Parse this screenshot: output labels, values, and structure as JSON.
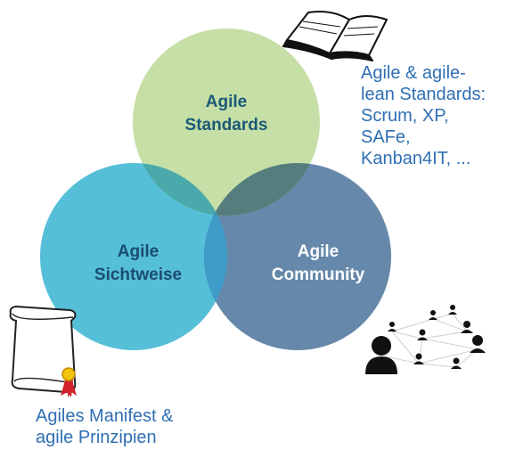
{
  "circles": {
    "standards": {
      "line1": "Agile",
      "line2": "Standards",
      "color": "#c6dfa6",
      "text_color": "#1a5a78"
    },
    "sichtweise": {
      "line1": "Agile",
      "line2": "Sichtweise",
      "color": "#56bfd8",
      "text_color": "#1a4d70"
    },
    "community": {
      "line1": "Agile",
      "line2": "Community",
      "color": "#6688aa",
      "text_color": "#ffffff"
    }
  },
  "notes": {
    "standards": {
      "lines": [
        "Agile & agile-",
        "lean Standards:",
        "Scrum, XP,",
        "SAFe,",
        "Kanban4IT, ..."
      ]
    },
    "manifest": {
      "lines": [
        "Agiles Manifest &",
        "agile Prinzipien"
      ]
    }
  },
  "icons": {
    "book": "open-book-icon",
    "scroll": "scroll-with-seal-icon",
    "network": "people-network-icon"
  }
}
